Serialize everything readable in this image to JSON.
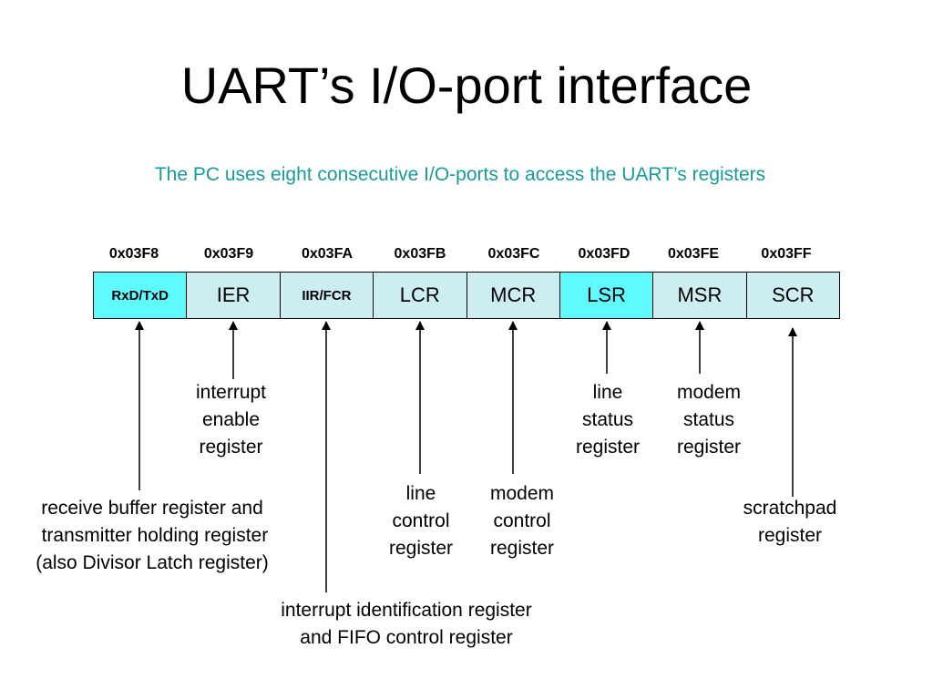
{
  "title": "UART’s I/O-port interface",
  "subtitle": "The PC uses eight consecutive I/O-ports to access the UART’s registers",
  "ports": [
    {
      "address": "0x03F8",
      "register": "RxD/TxD"
    },
    {
      "address": "0x03F9",
      "register": "IER"
    },
    {
      "address": "0x03FA",
      "register": "IIR/FCR"
    },
    {
      "address": "0x03FB",
      "register": "LCR"
    },
    {
      "address": "0x03FC",
      "register": "MCR"
    },
    {
      "address": "0x03FD",
      "register": "LSR"
    },
    {
      "address": "0x03FE",
      "register": "MSR"
    },
    {
      "address": "0x03FF",
      "register": "SCR"
    }
  ],
  "descriptions": {
    "rxd_txd": "receive buffer register and\n transmitter holding register\n(also Divisor Latch register)",
    "ier": "interrupt\nenable\nregister",
    "iir_fcr": "interrupt identification register\nand FIFO control register",
    "lcr": "line\ncontrol\nregister",
    "mcr": "modem\ncontrol\nregister",
    "lsr": "line\nstatus\nregister",
    "msr": "modem\nstatus\nregister",
    "scr": "scratchpad\nregister"
  },
  "colors": {
    "register_fill": "#cdeef0",
    "highlight_fill": "#5ffaff",
    "subtitle": "#1a9a9a"
  }
}
